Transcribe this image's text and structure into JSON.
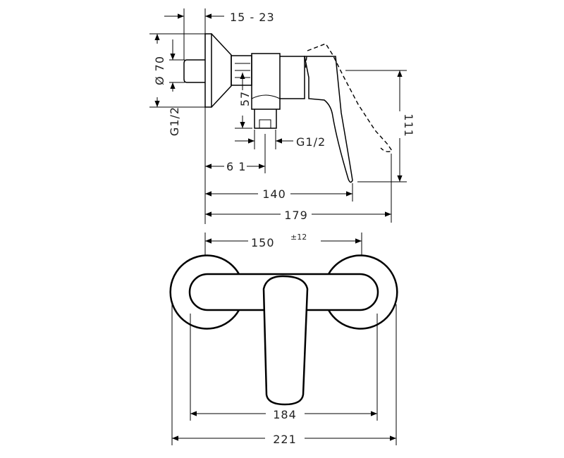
{
  "drawing": {
    "side_view": {
      "dim_depth": "15 - 23",
      "dim_diameter": "Ø 70",
      "dim_thread_inlet": "G1/2",
      "dim_height_outlet": "57",
      "dim_thread_outlet": "G1/2",
      "dim_outlet_offset": "6 1",
      "dim_lever_reach": "140",
      "dim_total_depth": "179",
      "dim_lever_height": "111"
    },
    "top_view": {
      "dim_centers": "150",
      "dim_centers_tolerance": "±12",
      "dim_body_width": "184",
      "dim_total_width": "221"
    },
    "colors": {
      "line": "#000000",
      "text": "#222222",
      "background": "#ffffff"
    }
  }
}
